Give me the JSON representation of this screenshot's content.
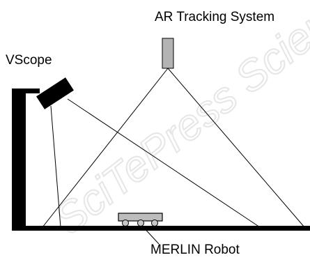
{
  "labels": {
    "tracking_system": "AR Tracking System",
    "vscope": "VScope",
    "robot": "MERLIN Robot"
  },
  "watermark": {
    "text": "SciTePress Science and Technology Publications"
  },
  "colors": {
    "ink": "#000000",
    "tracker_fill": "#b3b3b3",
    "robot_fill": "#bdbdbd",
    "wheel_fill": "#c8c8c8",
    "watermark": "#ececec",
    "background": "#ffffff"
  }
}
